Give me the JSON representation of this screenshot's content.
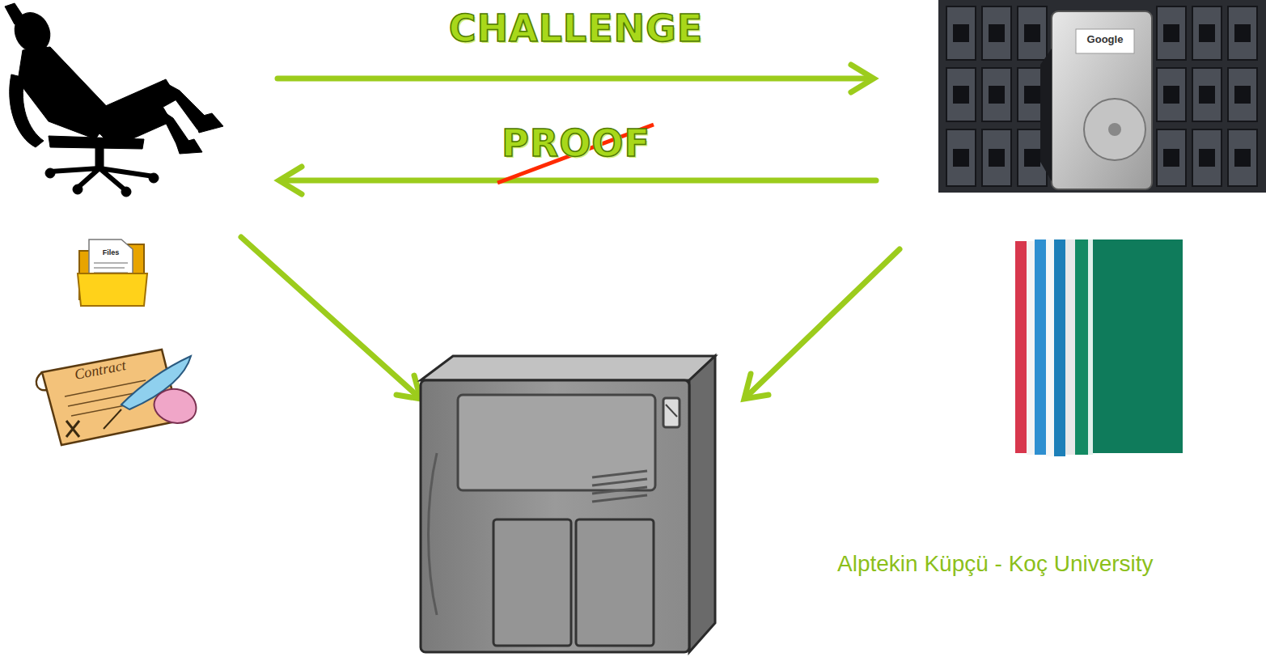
{
  "diagram": {
    "labels": [
      "CHALLENGE",
      "Google",
      "PROOF",
      "Files",
      "Contract",
      "Alptekin Küpçü - Koç University"
    ]
  }
}
